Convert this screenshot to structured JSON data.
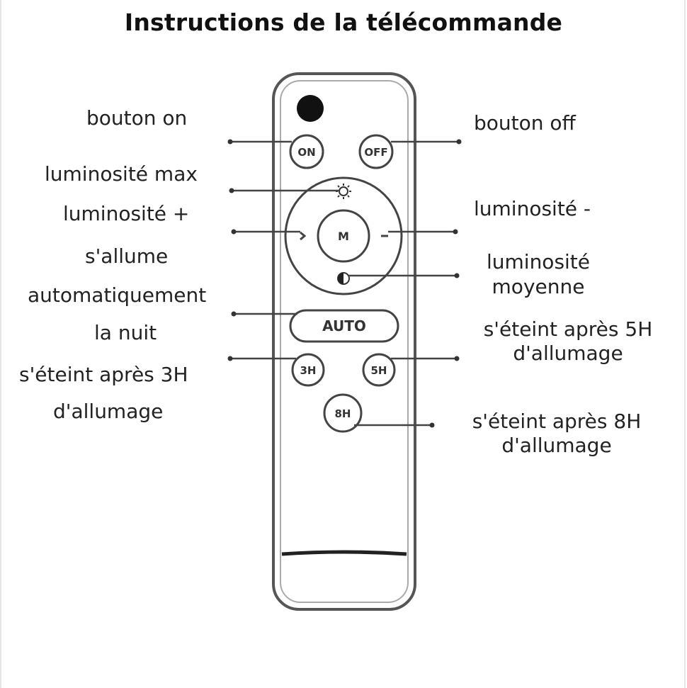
{
  "title": "Instructions de la télécommande",
  "buttons": {
    "on": "ON",
    "off": "OFF",
    "mode": "M",
    "auto": "AUTO",
    "h3": "3H",
    "h5": "5H",
    "h8": "8H"
  },
  "labels": {
    "bouton_on": "bouton on",
    "bouton_off": "bouton off",
    "luminosite_max": "luminosité max",
    "luminosite_plus": "luminosité +",
    "luminosite_moins": "luminosité -",
    "luminosite_moyenne_1": "luminosité",
    "luminosite_moyenne_2": "moyenne",
    "auto_1": "s'allume",
    "auto_2": "automatiquement",
    "auto_3": "la nuit",
    "h3_1": "s'éteint après 3H",
    "h3_2": "d'allumage",
    "h5_1": "s'éteint après 5H",
    "h5_2": "d'allumage",
    "h8_1": "s'éteint après 8H",
    "h8_2": "d'allumage"
  }
}
